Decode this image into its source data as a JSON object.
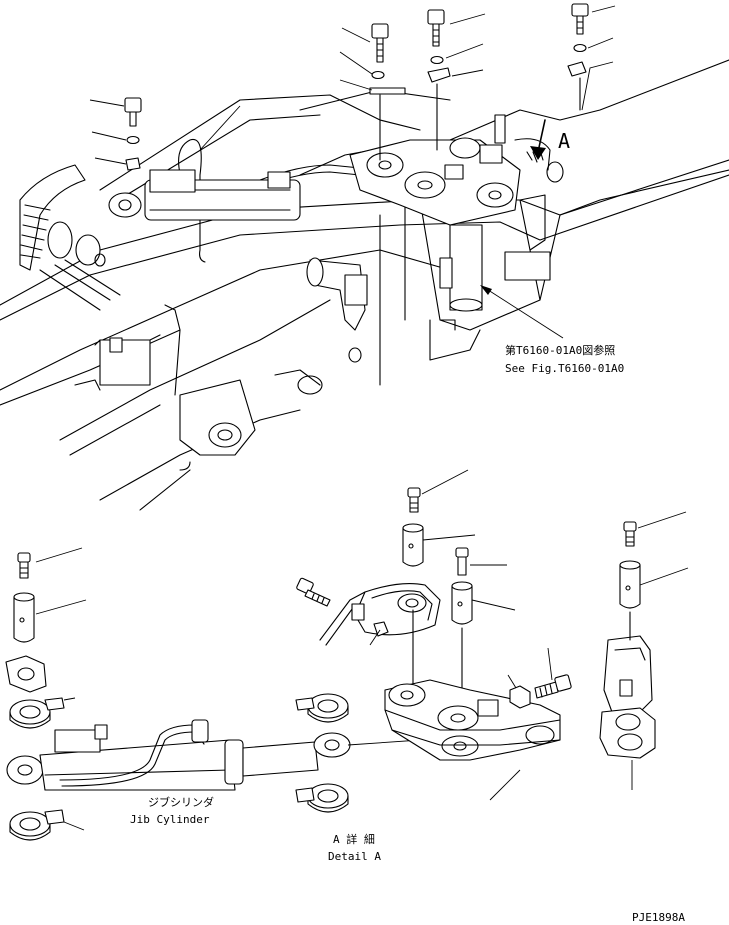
{
  "callout_letter": "A",
  "reference": {
    "jp": "第T6160-01A0図参照",
    "en": "See Fig.T6160-01A0"
  },
  "jib_cylinder": {
    "jp": "ジブシリンダ",
    "en": "Jib Cylinder"
  },
  "detail": {
    "jp": "A 詳 細",
    "en": "Detail A"
  },
  "drawing_number": "PJE1898A"
}
